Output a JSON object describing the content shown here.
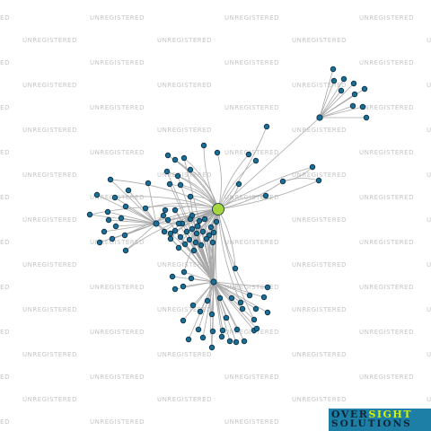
{
  "watermark": {
    "text": "UNREGISTERED",
    "color": "#c4c4c4"
  },
  "network": {
    "edge_color": "#a8a8a8",
    "node_color": "#1a6e96",
    "node_stroke": "#0a2a3a",
    "focus_color": "#a5d63f"
  },
  "logo": {
    "word1": "OVER",
    "word2": "SIGHT",
    "word3": "SOLUTIONS",
    "word1_color": "#0b2534",
    "word2_color": "#d7f000",
    "word3_color": "#0b2534",
    "background": "#1d7fa6"
  }
}
